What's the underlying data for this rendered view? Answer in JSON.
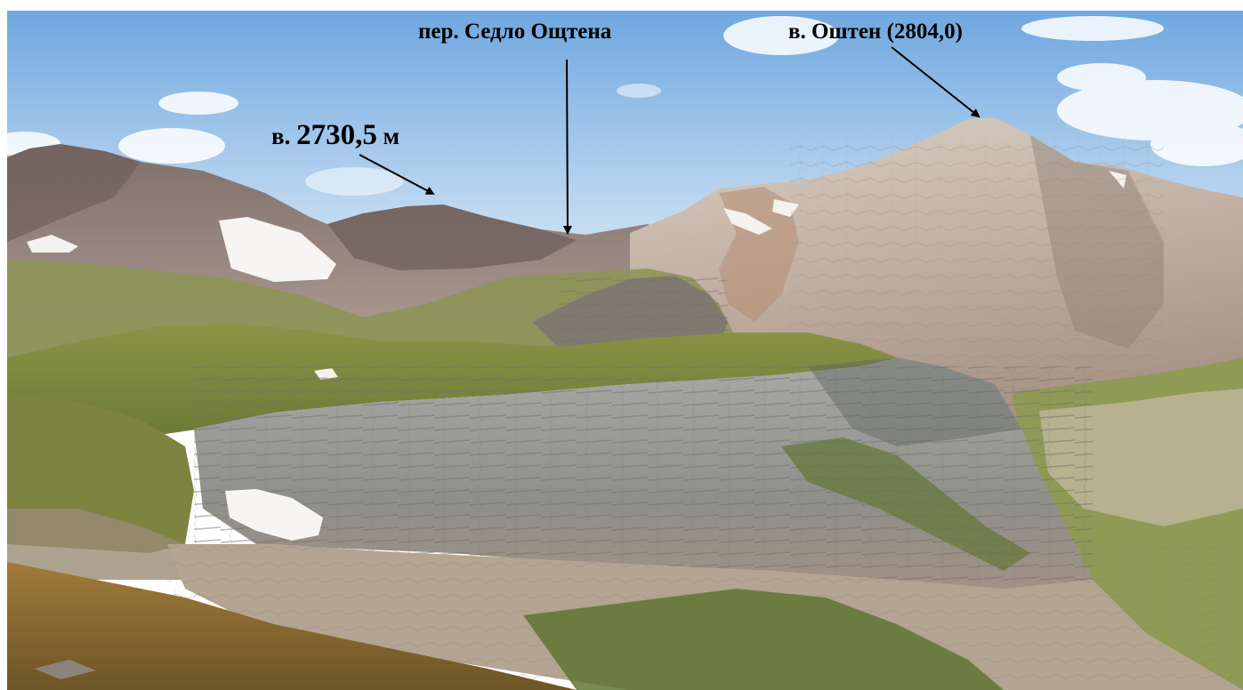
{
  "labels": {
    "peak_2730": {
      "prefix": "в.",
      "number": "2730,5",
      "suffix": "м"
    },
    "pass": "пер. Седло Ощтена",
    "oshten": "в. Оштен (2804,0)"
  },
  "colors": {
    "sky_top": "#7fb4e6",
    "sky_bottom": "#cfe3f3",
    "snow": "#f6f4f2",
    "rock_grey": "#9aa0a2",
    "rock_brown": "#a99484",
    "meadow": "#7c8a3c",
    "meadow_dark": "#5e7033",
    "foreground_grass": "#8a6b2e",
    "label_text": "#000000"
  }
}
